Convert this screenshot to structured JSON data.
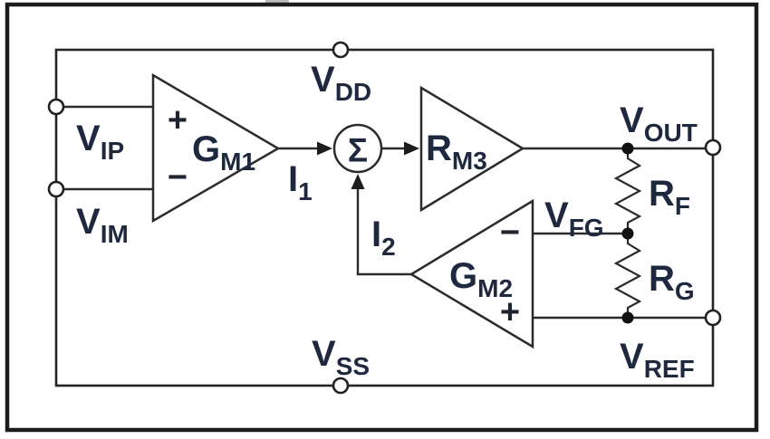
{
  "diagram_type": "circuit-block-diagram",
  "terminals": {
    "vdd": {
      "main": "V",
      "sub": "DD"
    },
    "vss": {
      "main": "V",
      "sub": "SS"
    },
    "vip": {
      "main": "V",
      "sub": "IP"
    },
    "vim": {
      "main": "V",
      "sub": "IM"
    },
    "vout": {
      "main": "V",
      "sub": "OUT"
    },
    "vref": {
      "main": "V",
      "sub": "REF"
    }
  },
  "nets": {
    "vfg": {
      "main": "V",
      "sub": "FG"
    }
  },
  "blocks": {
    "gm1": {
      "main": "G",
      "sub": "M1",
      "plus": "+",
      "minus": "−"
    },
    "gm2": {
      "main": "G",
      "sub": "M2",
      "plus": "+",
      "minus": "−"
    },
    "rm3": {
      "main": "R",
      "sub": "M3"
    },
    "summer": {
      "symbol": "Σ"
    }
  },
  "currents": {
    "i1": {
      "main": "I",
      "sub": "1"
    },
    "i2": {
      "main": "I",
      "sub": "2"
    }
  },
  "resistors": {
    "rf": {
      "main": "R",
      "sub": "F"
    },
    "rg": {
      "main": "R",
      "sub": "G"
    }
  },
  "colors": {
    "line": "#2b2b2b",
    "text": "#1e2940",
    "node_fill": "#111111",
    "terminal_fill": "#ffffff",
    "background": "#ffffff"
  }
}
